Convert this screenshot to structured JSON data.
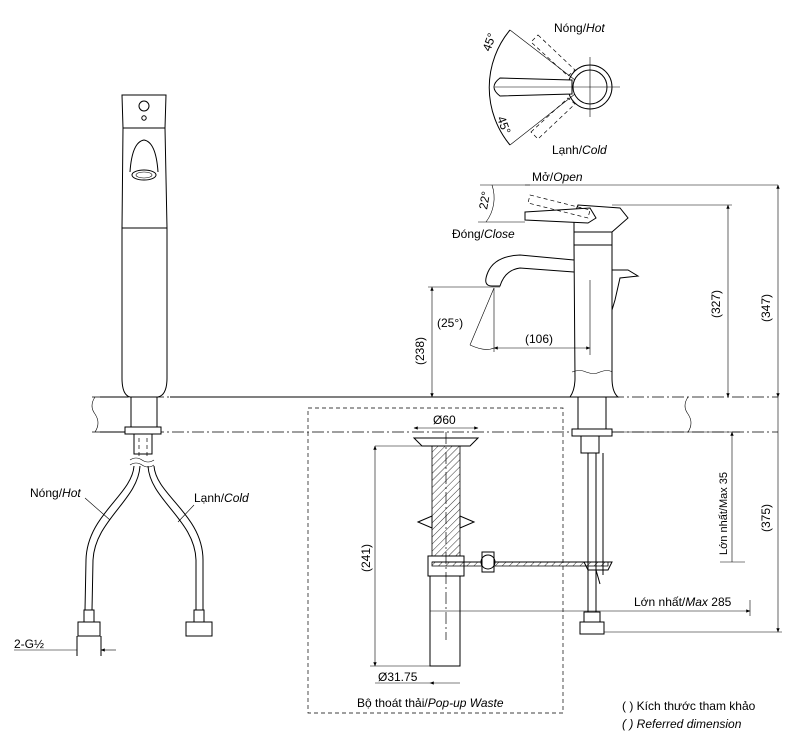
{
  "top_view": {
    "angle_upper": "45°",
    "angle_lower": "45°",
    "hot_label": "Nóng/",
    "hot_label_en": "Hot",
    "cold_label": "Lạnh/",
    "cold_label_en": "Cold"
  },
  "side_view": {
    "open_label": "Mở/",
    "open_label_en": "Open",
    "close_label": "Đóng/",
    "close_label_en": "Close",
    "lever_angle": "22°",
    "spout_angle": "(25°)",
    "spout_reach": "(106)",
    "spout_height": "(238)",
    "height_lever": "(327)",
    "height_total": "(347)",
    "max_thickness": "Lớn nhất/Max 35",
    "below_deck": "(375)",
    "max_reach": "Lớn nhất/",
    "max_reach_en": "Max",
    "max_reach_value": "285"
  },
  "front_view": {
    "hot_label": "Nóng/",
    "hot_label_en": "Hot",
    "cold_label": "Lạnh/",
    "cold_label_en": "Cold",
    "thread": "2-G½"
  },
  "waste": {
    "diameter_top": "Ø60",
    "height": "(241)",
    "diameter_bottom": "Ø31.75",
    "caption": "Bộ thoát thải/",
    "caption_en": "Pop-up Waste"
  },
  "legend": {
    "line1_symbol": "(   )",
    "line1_text": "Kích thước tham khảo",
    "line2_symbol": "(   )",
    "line2_text": "Referred dimension"
  }
}
